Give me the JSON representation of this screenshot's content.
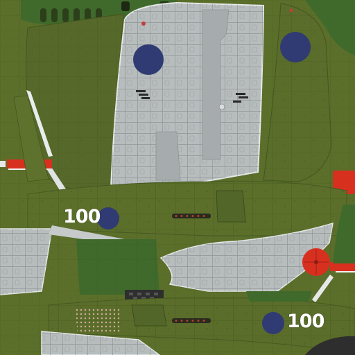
{
  "texture": {
    "type": "aircraft-skin-uv-atlas",
    "markings": {
      "code_upper": "100",
      "code_lower": "100"
    },
    "colors": {
      "olive_base": "#5b6f2b",
      "olive_dark": "#4d6023",
      "green_dark": "#3f6a2c",
      "underside_grey": "#b7bcbd",
      "roundel_blue": "#2f3b72",
      "red": "#d8301f",
      "panel_line": "#3c4a1a"
    }
  }
}
